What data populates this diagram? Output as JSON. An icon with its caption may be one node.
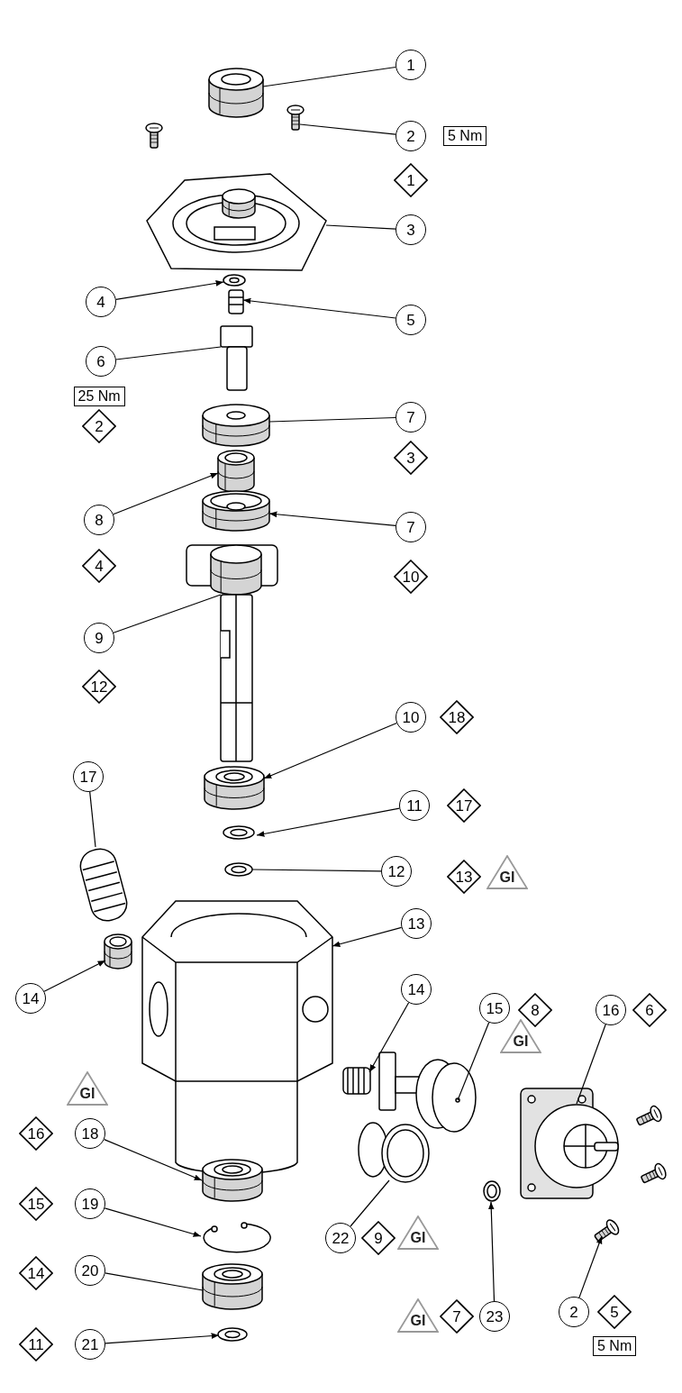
{
  "diagram": {
    "nodes": [
      {
        "text": [
          "1"
        ]
      },
      {
        "text": [],
        "shape": "picture"
      },
      {
        "text": [
          "2"
        ]
      },
      {
        "text": [
          "5 Nm"
        ]
      },
      {
        "text": [],
        "shape": "picture"
      },
      {
        "text": [
          "1"
        ]
      },
      {
        "text": [
          "3"
        ]
      },
      {
        "text": [],
        "shape": "picture"
      },
      {
        "text": [
          "4"
        ]
      },
      {
        "text": [],
        "shape": "picture"
      },
      {
        "text": [
          "5"
        ]
      },
      {
        "text": [],
        "shape": "picture"
      },
      {
        "text": [
          "6"
        ]
      },
      {
        "text": [],
        "shape": "picture"
      },
      {
        "text": [
          "25 Nm"
        ]
      },
      {
        "text": [
          "2"
        ]
      },
      {
        "text": [
          "7"
        ]
      },
      {
        "text": [],
        "shape": "picture"
      },
      {
        "text": [
          "3"
        ]
      },
      {
        "text": [
          "8"
        ]
      },
      {
        "text": [],
        "shape": "picture"
      },
      {
        "text": [
          "7"
        ]
      },
      {
        "text": [],
        "shape": "picture"
      },
      {
        "text": [
          "4"
        ]
      },
      {
        "text": [
          "10"
        ]
      },
      {
        "text": [
          "9"
        ]
      },
      {
        "text": [],
        "shape": "picture"
      },
      {
        "text": [
          "12"
        ]
      },
      {
        "text": [
          "10"
        ]
      },
      {
        "text": [
          "18"
        ]
      },
      {
        "text": [],
        "shape": "picture"
      },
      {
        "text": [
          "17"
        ]
      },
      {
        "text": [],
        "shape": "picture"
      },
      {
        "text": [
          "11"
        ]
      },
      {
        "text": [
          "17"
        ]
      },
      {
        "text": [],
        "shape": "picture"
      },
      {
        "text": [
          "12"
        ]
      },
      {
        "text": [],
        "shape": "picture"
      },
      {
        "text": [
          "13"
        ]
      },
      {
        "text": [
          "GI"
        ]
      },
      {
        "text": [
          "13"
        ]
      },
      {
        "text": [],
        "shape": "picture"
      },
      {
        "text": [
          "14"
        ]
      },
      {
        "text": [],
        "shape": "picture"
      },
      {
        "text": [
          "14"
        ]
      },
      {
        "text": [],
        "shape": "picture"
      },
      {
        "text": [
          "15"
        ]
      },
      {
        "text": [
          "8"
        ]
      },
      {
        "text": [
          "GI"
        ]
      },
      {
        "text": [],
        "shape": "picture"
      },
      {
        "text": [
          "16"
        ]
      },
      {
        "text": [
          "6"
        ]
      },
      {
        "text": [],
        "shape": "picture"
      },
      {
        "text": [
          "GI"
        ]
      },
      {
        "text": [
          "16"
        ]
      },
      {
        "text": [
          "18"
        ]
      },
      {
        "text": [],
        "shape": "picture"
      },
      {
        "text": [
          "15"
        ]
      },
      {
        "text": [
          "19"
        ]
      },
      {
        "text": [],
        "shape": "picture"
      },
      {
        "text": [],
        "shape": "picture"
      },
      {
        "text": [],
        "shape": "picture"
      },
      {
        "text": [
          "14"
        ]
      },
      {
        "text": [
          "20"
        ]
      },
      {
        "text": [],
        "shape": "picture"
      },
      {
        "text": [
          "22"
        ]
      },
      {
        "text": [
          "9"
        ]
      },
      {
        "text": [
          "GI"
        ]
      },
      {
        "text": [],
        "shape": "picture"
      },
      {
        "text": [
          "GI"
        ]
      },
      {
        "text": [
          "7"
        ]
      },
      {
        "text": [
          "23"
        ]
      },
      {
        "text": [
          "2"
        ]
      },
      {
        "text": [
          "5"
        ]
      },
      {
        "text": [
          "11"
        ]
      },
      {
        "text": [
          "21"
        ]
      },
      {
        "text": [],
        "shape": "picture"
      },
      {
        "text": [
          "5 Nm"
        ]
      }
    ],
    "edges": [
      {
        "from": 0,
        "to": 1,
        "arrow": "none"
      },
      {
        "from": 2,
        "to": 4,
        "arrow": "none"
      },
      {
        "from": 6,
        "to": 7,
        "arrow": "none"
      },
      {
        "from": 8,
        "to": 9,
        "arrow": "to"
      },
      {
        "from": 10,
        "to": 11,
        "arrow": "to"
      },
      {
        "from": 12,
        "to": 13,
        "arrow": "none"
      },
      {
        "from": 16,
        "to": 17,
        "arrow": "none"
      },
      {
        "from": 19,
        "to": 20,
        "arrow": "to"
      },
      {
        "from": 21,
        "to": 22,
        "arrow": "to"
      },
      {
        "from": 25,
        "to": 26,
        "arrow": "none"
      },
      {
        "from": 28,
        "to": 30,
        "arrow": "to"
      },
      {
        "from": 31,
        "to": 32,
        "arrow": "none"
      },
      {
        "from": 33,
        "to": 35,
        "arrow": "to"
      },
      {
        "from": 36,
        "to": 37,
        "arrow": "none"
      },
      {
        "from": 40,
        "to": 41,
        "arrow": "to"
      },
      {
        "from": 42,
        "to": 43,
        "arrow": "to"
      },
      {
        "from": 44,
        "to": 45,
        "arrow": "to"
      },
      {
        "from": 46,
        "to": 49,
        "arrow": "none"
      },
      {
        "from": 50,
        "to": 52,
        "arrow": "none"
      },
      {
        "from": 55,
        "to": 56,
        "arrow": "to"
      },
      {
        "from": 58,
        "to": 59,
        "arrow": "to"
      },
      {
        "from": 63,
        "to": 64,
        "arrow": "none"
      },
      {
        "from": 65,
        "to": 60,
        "arrow": "none"
      },
      {
        "from": 71,
        "to": 68,
        "arrow": "to"
      },
      {
        "from": 72,
        "to": 61,
        "arrow": "to"
      },
      {
        "from": 75,
        "to": 76,
        "arrow": "to"
      }
    ]
  }
}
